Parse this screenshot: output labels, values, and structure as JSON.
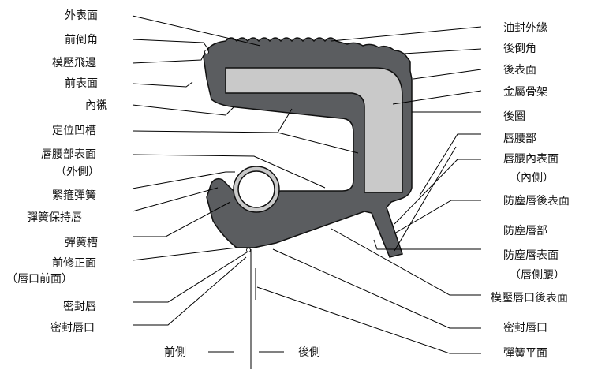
{
  "diagram": {
    "left_labels": [
      "外表面",
      "前倒角",
      "模壓飛邊",
      "前表面",
      "內襯",
      "定位凹槽",
      "唇腰部表面",
      "（外側）",
      "緊箍彈簧",
      "彈簧保持唇",
      "彈簧槽",
      "前修正面",
      "（唇口前面）",
      "密封唇",
      "密封唇口"
    ],
    "right_labels": [
      "油封外緣",
      "後倒角",
      "後表面",
      "金屬骨架",
      "後圈",
      "唇腰部",
      "唇腰內表面",
      "（內側）",
      "防塵唇後表面",
      "防塵唇部",
      "防塵唇表面",
      "（唇側腰）",
      "模壓唇口後表面",
      "密封唇口",
      "彈簧平面"
    ],
    "bottom_labels": {
      "front": "前側",
      "back": "後側"
    },
    "colors": {
      "rubber": "#5b5d60",
      "metal": "#c9c9c9",
      "outline": "#111111",
      "text": "#111111"
    }
  }
}
